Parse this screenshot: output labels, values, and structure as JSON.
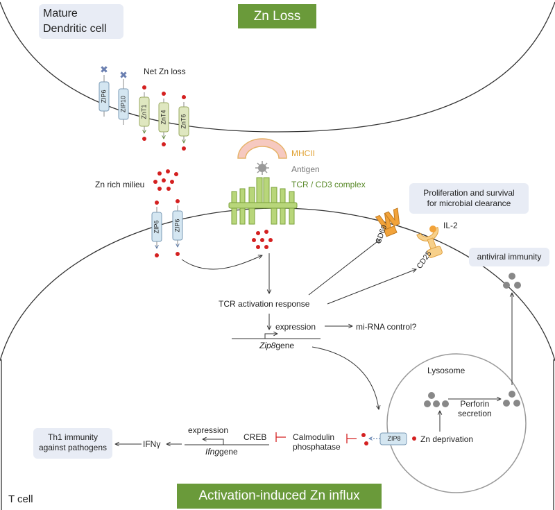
{
  "cells": {
    "dendritic": "Mature\nDendritic cell",
    "tcell": "T cell"
  },
  "banners": {
    "top": "Zn Loss",
    "bottom": "Activation-induced Zn influx"
  },
  "dc_membrane": {
    "importers": [
      "ZIP6",
      "ZIP10"
    ],
    "exporters": [
      "ZnT1",
      "ZnT4",
      "ZnT6"
    ],
    "net_label": "Net Zn loss"
  },
  "synapse": {
    "mhc": "MHCII",
    "antigen": "Antigen",
    "tcr": "TCR / CD3 complex",
    "milieu": "Zn rich milieu"
  },
  "tcell_membrane": {
    "importers": [
      "ZIP6",
      "ZIP6"
    ],
    "cd69": "CD69",
    "cd25": "CD25",
    "il2": "IL-2"
  },
  "outcomes": {
    "proliferation": "Proliferation and survival\nfor microbial clearance",
    "antiviral": "antiviral immunity",
    "th1": "Th1 immunity\nagainst pathogens"
  },
  "pathway": {
    "tcr_response": "TCR activation response",
    "expression": "expression",
    "mirna": "mi-RNA control?",
    "zip8_gene_italic": "Zip8",
    "zip8_gene_rest": "gene",
    "lysosome": "Lysosome",
    "perforin": "Perforin\nsecretion",
    "zn_deprivation": "Zn deprivation",
    "zip8": "ZIP8",
    "calmodulin": "Calmodulin\nphosphatase",
    "creb": "CREB",
    "expression2": "expression",
    "ifng_gene_italic": "Ifng",
    "ifng_gene_rest": "gene",
    "ifng": "IFNγ"
  },
  "colors": {
    "banner_green": "#6a9a3a",
    "zinc_red": "#d42020",
    "zip_blue": "#d4e6f1",
    "znt_green": "#dfe7c0",
    "tcr_green": "#b8d67a",
    "mhc_pink": "#f6c9c0",
    "cd_orange": "#f2a33a",
    "label_box": "#e8ecf5"
  }
}
